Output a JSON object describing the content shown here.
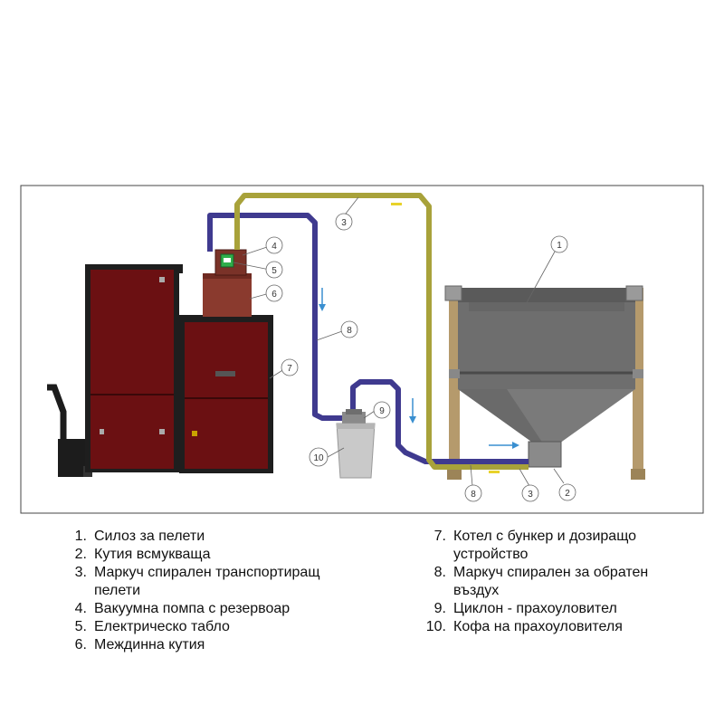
{
  "callouts": [
    {
      "num": "1"
    },
    {
      "num": "2"
    },
    {
      "num": "3"
    },
    {
      "num": "3"
    },
    {
      "num": "4"
    },
    {
      "num": "5"
    },
    {
      "num": "6"
    },
    {
      "num": "7"
    },
    {
      "num": "8"
    },
    {
      "num": "8"
    },
    {
      "num": "9"
    },
    {
      "num": "10"
    }
  ],
  "legend": {
    "left": [
      {
        "num": "1.",
        "text": "Силоз за пелети"
      },
      {
        "num": "2.",
        "text": "Кутия всмукваща"
      },
      {
        "num": "3.",
        "text": "Маркуч спирален транспортиращ пелети"
      },
      {
        "num": "4.",
        "text": "Вакуумна помпа с резервоар"
      },
      {
        "num": "5.",
        "text": "Електрическо табло"
      },
      {
        "num": "6.",
        "text": "Междинна кутия"
      }
    ],
    "right": [
      {
        "num": "7.",
        "text": "Котел с бункер и дозиращо устройство"
      },
      {
        "num": "8.",
        "text": "Маркуч спирален за обратен въздух"
      },
      {
        "num": "9.",
        "text": "Циклон - прахоуловител"
      },
      {
        "num": "10.",
        "text": "Кофа на прахоуловителя"
      }
    ]
  },
  "colors": {
    "boiler": "#6b1012",
    "boiler_frame": "#2a2a2a",
    "pellet_hose": "#a8a23a",
    "air_hose": "#3f3a8f",
    "silo": "#6e6e6e",
    "silo_legs": "#b59a6c",
    "arrow_blue": "#3a8fd0",
    "arrow_yellow": "#e8d22a"
  }
}
